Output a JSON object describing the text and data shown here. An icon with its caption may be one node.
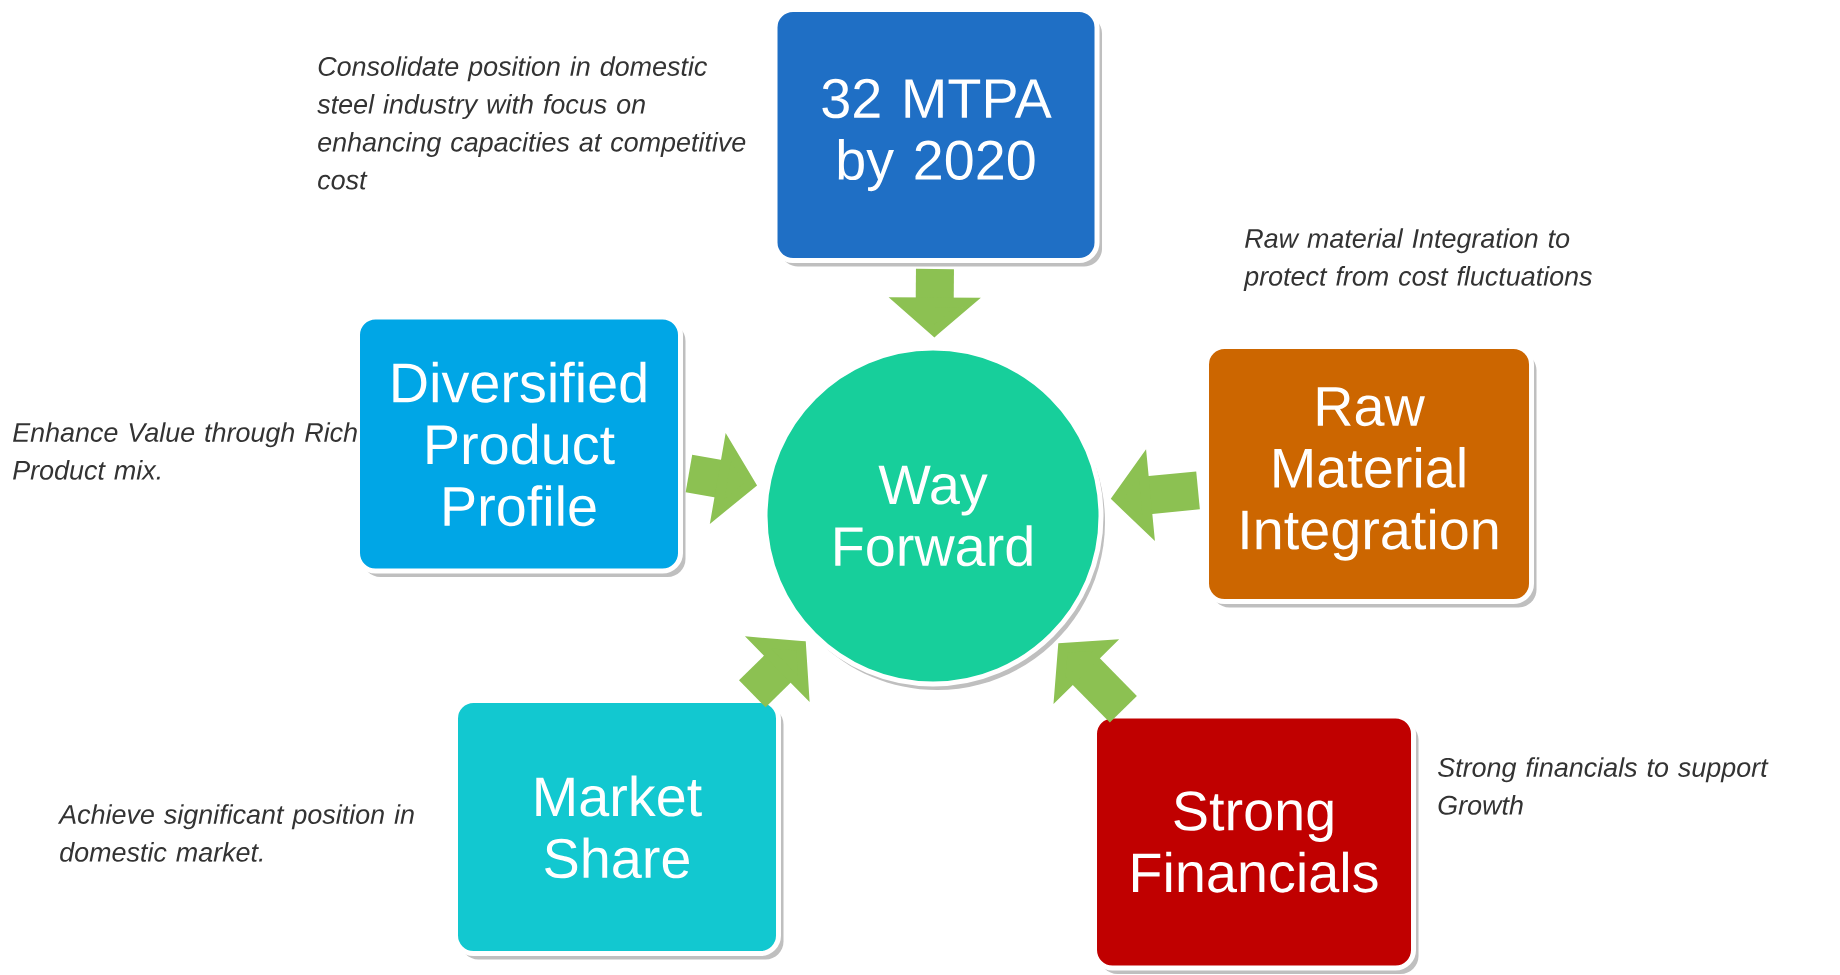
{
  "diagram": {
    "nodes": [
      {
        "text": [
          "32 MTPA by 2020"
        ],
        "beside": [
          "Consolidate position in domestic  steel industry with focus on enhancing capacities at competitive cost"
        ]
      },
      {
        "text": [
          "Diversified Product Profile"
        ],
        "beside": [
          "Enhance Value through Rich Product mix."
        ]
      },
      {
        "text": [
          "Way Forward"
        ]
      },
      {
        "text": [
          "Raw Material Integration"
        ],
        "beside": [
          "Raw material Integration to protect from cost fluctuations"
        ]
      },
      {
        "text": [
          "Market Share"
        ],
        "beside": [
          "Achieve significant position in domestic market."
        ]
      },
      {
        "text": [
          "Strong Financials"
        ],
        "beside": [
          "Strong financials to support Growth"
        ]
      }
    ],
    "edges": [
      {
        "from": 0,
        "to": 2,
        "arrow": "to"
      },
      {
        "from": 1,
        "to": 2,
        "arrow": "to"
      },
      {
        "from": 3,
        "to": 2,
        "arrow": "to"
      },
      {
        "from": 4,
        "to": 2,
        "arrow": "to"
      },
      {
        "from": 5,
        "to": 2,
        "arrow": "to"
      }
    ]
  }
}
